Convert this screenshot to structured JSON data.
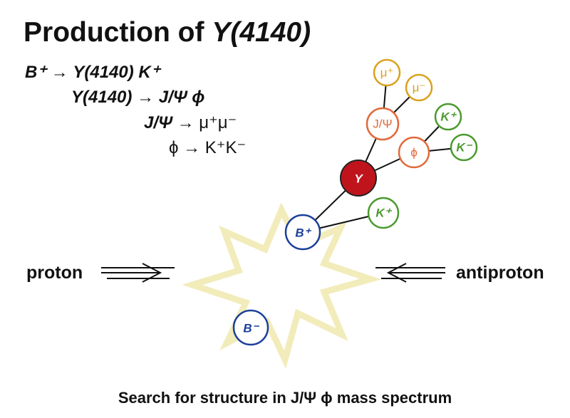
{
  "title": {
    "main": "Production of ",
    "particle": "Y(4140)"
  },
  "equations": [
    {
      "lhs": "B⁺",
      "rhs": "Y(4140) K⁺"
    },
    {
      "lhs": "Y(4140)",
      "rhs": "J/Ψ ϕ"
    },
    {
      "lhs": "J/Ψ",
      "rhs": "μ⁺μ⁻"
    },
    {
      "lhs": "ϕ",
      "rhs": "K⁺K⁻"
    }
  ],
  "arrow": "→",
  "nodes": {
    "mu_plus": "μ⁺",
    "mu_minus": "μ⁻",
    "jpsi": "J/Ψ",
    "phi": "ϕ",
    "k_plus_phi": "K⁺",
    "k_minus": "K⁻",
    "y": "Y",
    "k_plus_b": "K⁺",
    "b_plus": "B⁺",
    "b_minus": "B⁻"
  },
  "beams": {
    "left": "proton",
    "right": "antiproton"
  },
  "caption": "Search for structure in J/Ψ ϕ mass spectrum",
  "colors": {
    "muon": "#d9a21c",
    "meson": "#e06a3a",
    "kaon": "#4a9a2e",
    "y": "#c0141c",
    "b": "#1b3f9a",
    "star": "#f2ecbb"
  }
}
